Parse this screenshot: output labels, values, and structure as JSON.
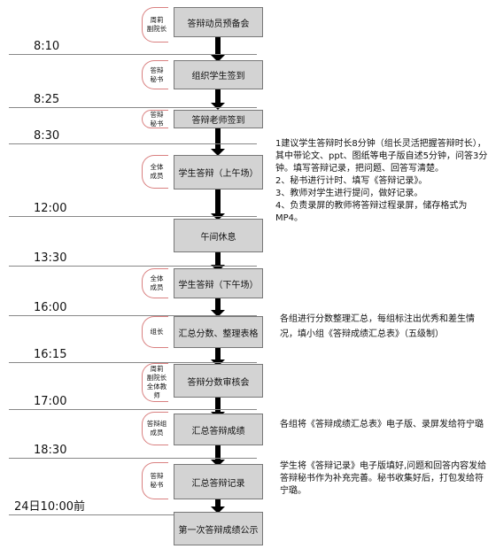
{
  "times": [
    "8:10",
    "8:25",
    "8:30",
    "12:00",
    "13:30",
    "16:00",
    "16:15",
    "17:00",
    "18:30",
    "24日10:00前"
  ],
  "steps": [
    {
      "label": "答辩动员预备会",
      "role": "周莉\n副院长"
    },
    {
      "label": "组织学生签到",
      "role": "答辩\n秘书"
    },
    {
      "label": "答辩老师签到",
      "role": "答辩\n秘书"
    },
    {
      "label": "学生答辩（上午场）",
      "role": "全体\n成员"
    },
    {
      "label": "午间休息",
      "role": ""
    },
    {
      "label": "学生答辩（下午场）",
      "role": "全体\n成员"
    },
    {
      "label": "汇总分数、整理表格",
      "role": "组长"
    },
    {
      "label": "答辩分数审核会",
      "role": "周莉\n副院长\n全体教\n师"
    },
    {
      "label": "汇总答辩成绩",
      "role": "答辩组\n成员"
    },
    {
      "label": "汇总答辩记录",
      "role": "答辩\n秘书"
    },
    {
      "label": "第一次答辩成绩公示",
      "role": ""
    }
  ],
  "notes": {
    "morning": "1建议学生答辩时长8分钟（组长灵活把握答辩时长），\n其中带论文、ppt、图纸等电子版自述5分钟，问答3分\n钟。填写答辩记录，把问题、回答写清楚。\n2、秘书进行计时、填写《答辩记录》。\n3、教师对学生进行提问，做好记录。\n4、负责录屏的教师将答辩过程录屏，储存格式为MP4。",
    "summary": "各组进行分数整理汇总，每组标注出优秀和差生情\n况，填小组《答辩成绩汇总表》（五级制）",
    "grades": "各组将《答辩成绩汇总表》电子版、录屏发给符宁璐",
    "records": "学生将《答辩记录》电子版填好,问题和回答内容发给\n答辩秘书作为补充完善。秘书收集好后，打包发给符\n宁璐。"
  }
}
